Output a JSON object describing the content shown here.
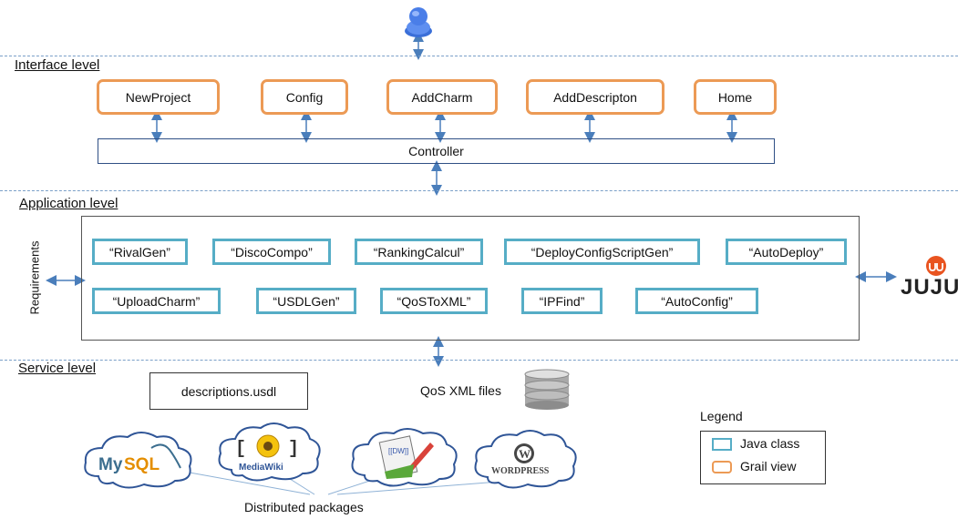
{
  "levels": {
    "interface": "Interface level",
    "application": "Application level",
    "service": "Service level"
  },
  "grail_views": [
    "NewProject",
    "Config",
    "AddCharm",
    "AddDescripton",
    "Home"
  ],
  "controller": "Controller",
  "requirements_label": "Requirements",
  "java_classes_row1": [
    "“RivalGen”",
    "“DiscoCompo”",
    "“RankingCalcul”",
    "“DeployConfigScriptGen”",
    "“AutoDeploy”"
  ],
  "java_classes_row2": [
    "“UploadCharm”",
    "“USDLGen”",
    "“QoSToXML”",
    "“IPFind”",
    "“AutoConfig”"
  ],
  "juju_logo_text": "JUJU",
  "service": {
    "descriptions_file": "descriptions.usdl",
    "qos_files": "QoS XML files",
    "distributed_packages": "Distributed packages",
    "packages": [
      {
        "name": "MySQL",
        "icon": "mysql-logo"
      },
      {
        "name": "MediaWiki",
        "icon": "mediawiki-logo"
      },
      {
        "name": "DokuWiki",
        "icon": "dokuwiki-logo"
      },
      {
        "name": "WordPress",
        "icon": "wordpress-logo"
      }
    ]
  },
  "legend": {
    "title": "Legend",
    "java_class": "Java class",
    "grail_view": "Grail view"
  },
  "colors": {
    "grail_border": "#ec9a55",
    "java_border": "#56adc6",
    "arrow": "#4a7ebb",
    "separator": "#7a9fc8"
  }
}
